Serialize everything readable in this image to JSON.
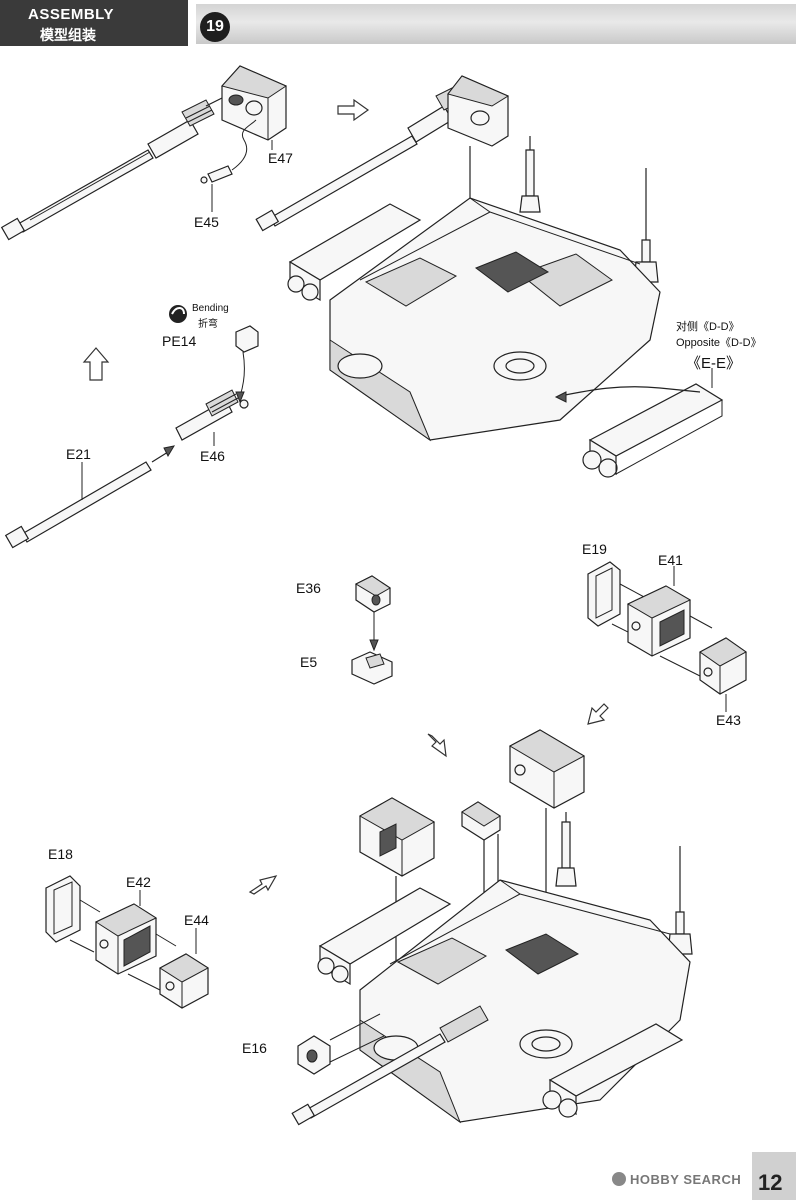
{
  "header": {
    "title": "ASSEMBLY",
    "subtitle": "模型组装",
    "step": "19"
  },
  "labels": {
    "e47": "E47",
    "e45": "E45",
    "bending_en": "Bending",
    "bending_cn": "折弯",
    "pe14": "PE14",
    "e21": "E21",
    "e46": "E46",
    "opposite_cn": "对侧《D-D》",
    "opposite_en": "Opposite《D-D》",
    "ee": "《E-E》",
    "e19": "E19",
    "e41": "E41",
    "e43": "E43",
    "e36": "E36",
    "e5": "E5",
    "e18": "E18",
    "e42": "E42",
    "e44": "E44",
    "e16": "E16"
  },
  "footer": {
    "watermark": "HOBBY SEARCH",
    "page_number": "12"
  }
}
